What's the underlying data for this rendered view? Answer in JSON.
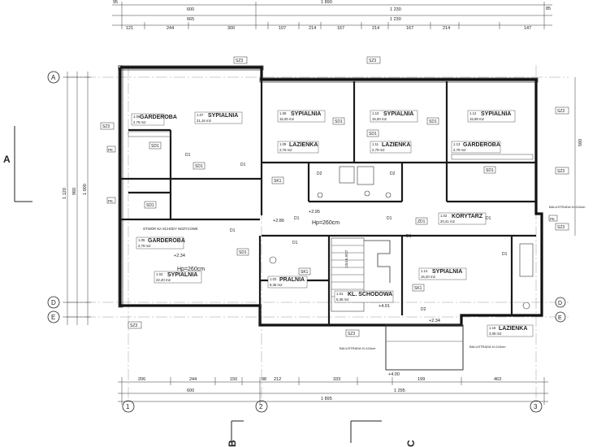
{
  "dims": {
    "top_outer": [
      "95",
      "1 890",
      "85"
    ],
    "top_mid": [
      "600",
      "1 230"
    ],
    "top_mid2": [
      "665",
      "1 230"
    ],
    "top_seg": [
      "121",
      "244",
      "300",
      "107",
      "214",
      "167",
      "214",
      "167",
      "214",
      "147"
    ],
    "bot_seg": [
      "206",
      "244",
      "150",
      "98",
      "212",
      "333",
      "199",
      "463"
    ],
    "bot_mid": [
      "600",
      "1 295"
    ],
    "bot_total": "1 895",
    "left_total": "1 120",
    "left_parts": [
      "960",
      "1 000"
    ],
    "right_val": "560"
  },
  "axes": {
    "rows": [
      "A",
      "D",
      "E"
    ],
    "cols": [
      "1",
      "2",
      "3"
    ],
    "sections": [
      "A",
      "B",
      "C"
    ]
  },
  "rooms": [
    {
      "id": "1.06",
      "name": "GARDEROBA",
      "area": "2,79 m2"
    },
    {
      "id": "1.07",
      "name": "SYPIALNIA",
      "area": "21,16 m2"
    },
    {
      "id": "1.08",
      "name": "SYPIALNIA",
      "area": "15,00 m2"
    },
    {
      "id": "1.09",
      "name": "LAZIENKA",
      "area": "2,76 m2"
    },
    {
      "id": "1.10",
      "name": "SYPIALNIA",
      "area": "15,00 m2"
    },
    {
      "id": "1.11",
      "name": "LAZIENKA",
      "area": "2,79 m2"
    },
    {
      "id": "1.12",
      "name": "SYPIALNIA",
      "area": "15,99 m2"
    },
    {
      "id": "1.13",
      "name": "GARDEROBA",
      "area": "2,79 m2"
    },
    {
      "id": "1.05",
      "name": "GARDEROBA",
      "area": "2,79 m2"
    },
    {
      "id": "1.04",
      "name": "SYPIALNIA",
      "area": "22,40 m2"
    },
    {
      "id": "1.03",
      "name": "PRALNIA",
      "area": "8,36 m2"
    },
    {
      "id": "1.01",
      "name": "KL. SCHODOWA",
      "area": "5,36 m2"
    },
    {
      "id": "1.02",
      "name": "KORYTARZ",
      "area": "20,41 m2"
    },
    {
      "id": "1.14",
      "name": "SYPIALNIA",
      "area": "16,20 m2"
    },
    {
      "id": "1.15",
      "name": "LAZIENKA",
      "area": "3,08 m2"
    }
  ],
  "tags": {
    "sz3": "SZ3",
    "sd1": "SD1",
    "sk1": "SK1",
    "d1": "D1",
    "d2": "D2",
    "pk": "PK",
    "zd1": "ZD1",
    "hp1": "Hp=260cm",
    "hp2": "Hp=260cm",
    "lev1": "+2.95",
    "lev2": "+2.34",
    "lev3": "+2.34",
    "lev4": "+4.01",
    "lev5": "+2.86",
    "lev6": "+4.00",
    "stair_note": "OTWÓR NA SCHODY NOŻYCOWE",
    "balustrada1": "BALUSTRADA H=110cm",
    "balustrada2": "BALUSTRADA H=110cm",
    "balustrada_r": "BALUSTRADA H=110cm",
    "stair_dim": "13x16,9/27"
  }
}
